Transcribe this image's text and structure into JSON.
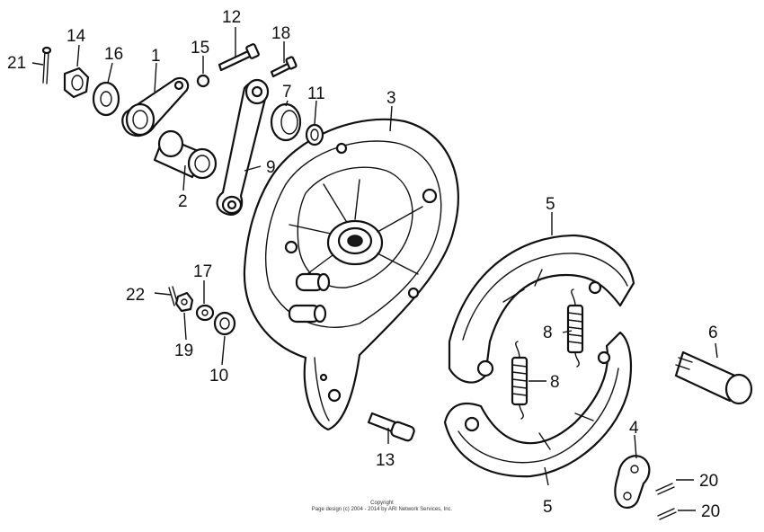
{
  "callouts": {
    "c1": "1",
    "c2": "2",
    "c3": "3",
    "c4": "4",
    "c5a": "5",
    "c5b": "5",
    "c6": "6",
    "c7": "7",
    "c8a": "8",
    "c8b": "8",
    "c9": "9",
    "c10": "10",
    "c11": "11",
    "c12": "12",
    "c13": "13",
    "c14": "14",
    "c15": "15",
    "c16": "16",
    "c17": "17",
    "c18": "18",
    "c19": "19",
    "c20a": "20",
    "c20b": "20",
    "c21": "21",
    "c22": "22"
  },
  "footer": {
    "line1": "Copyright",
    "line2": "Page design (c) 2004 - 2014 by ARI Network Services, Inc."
  }
}
